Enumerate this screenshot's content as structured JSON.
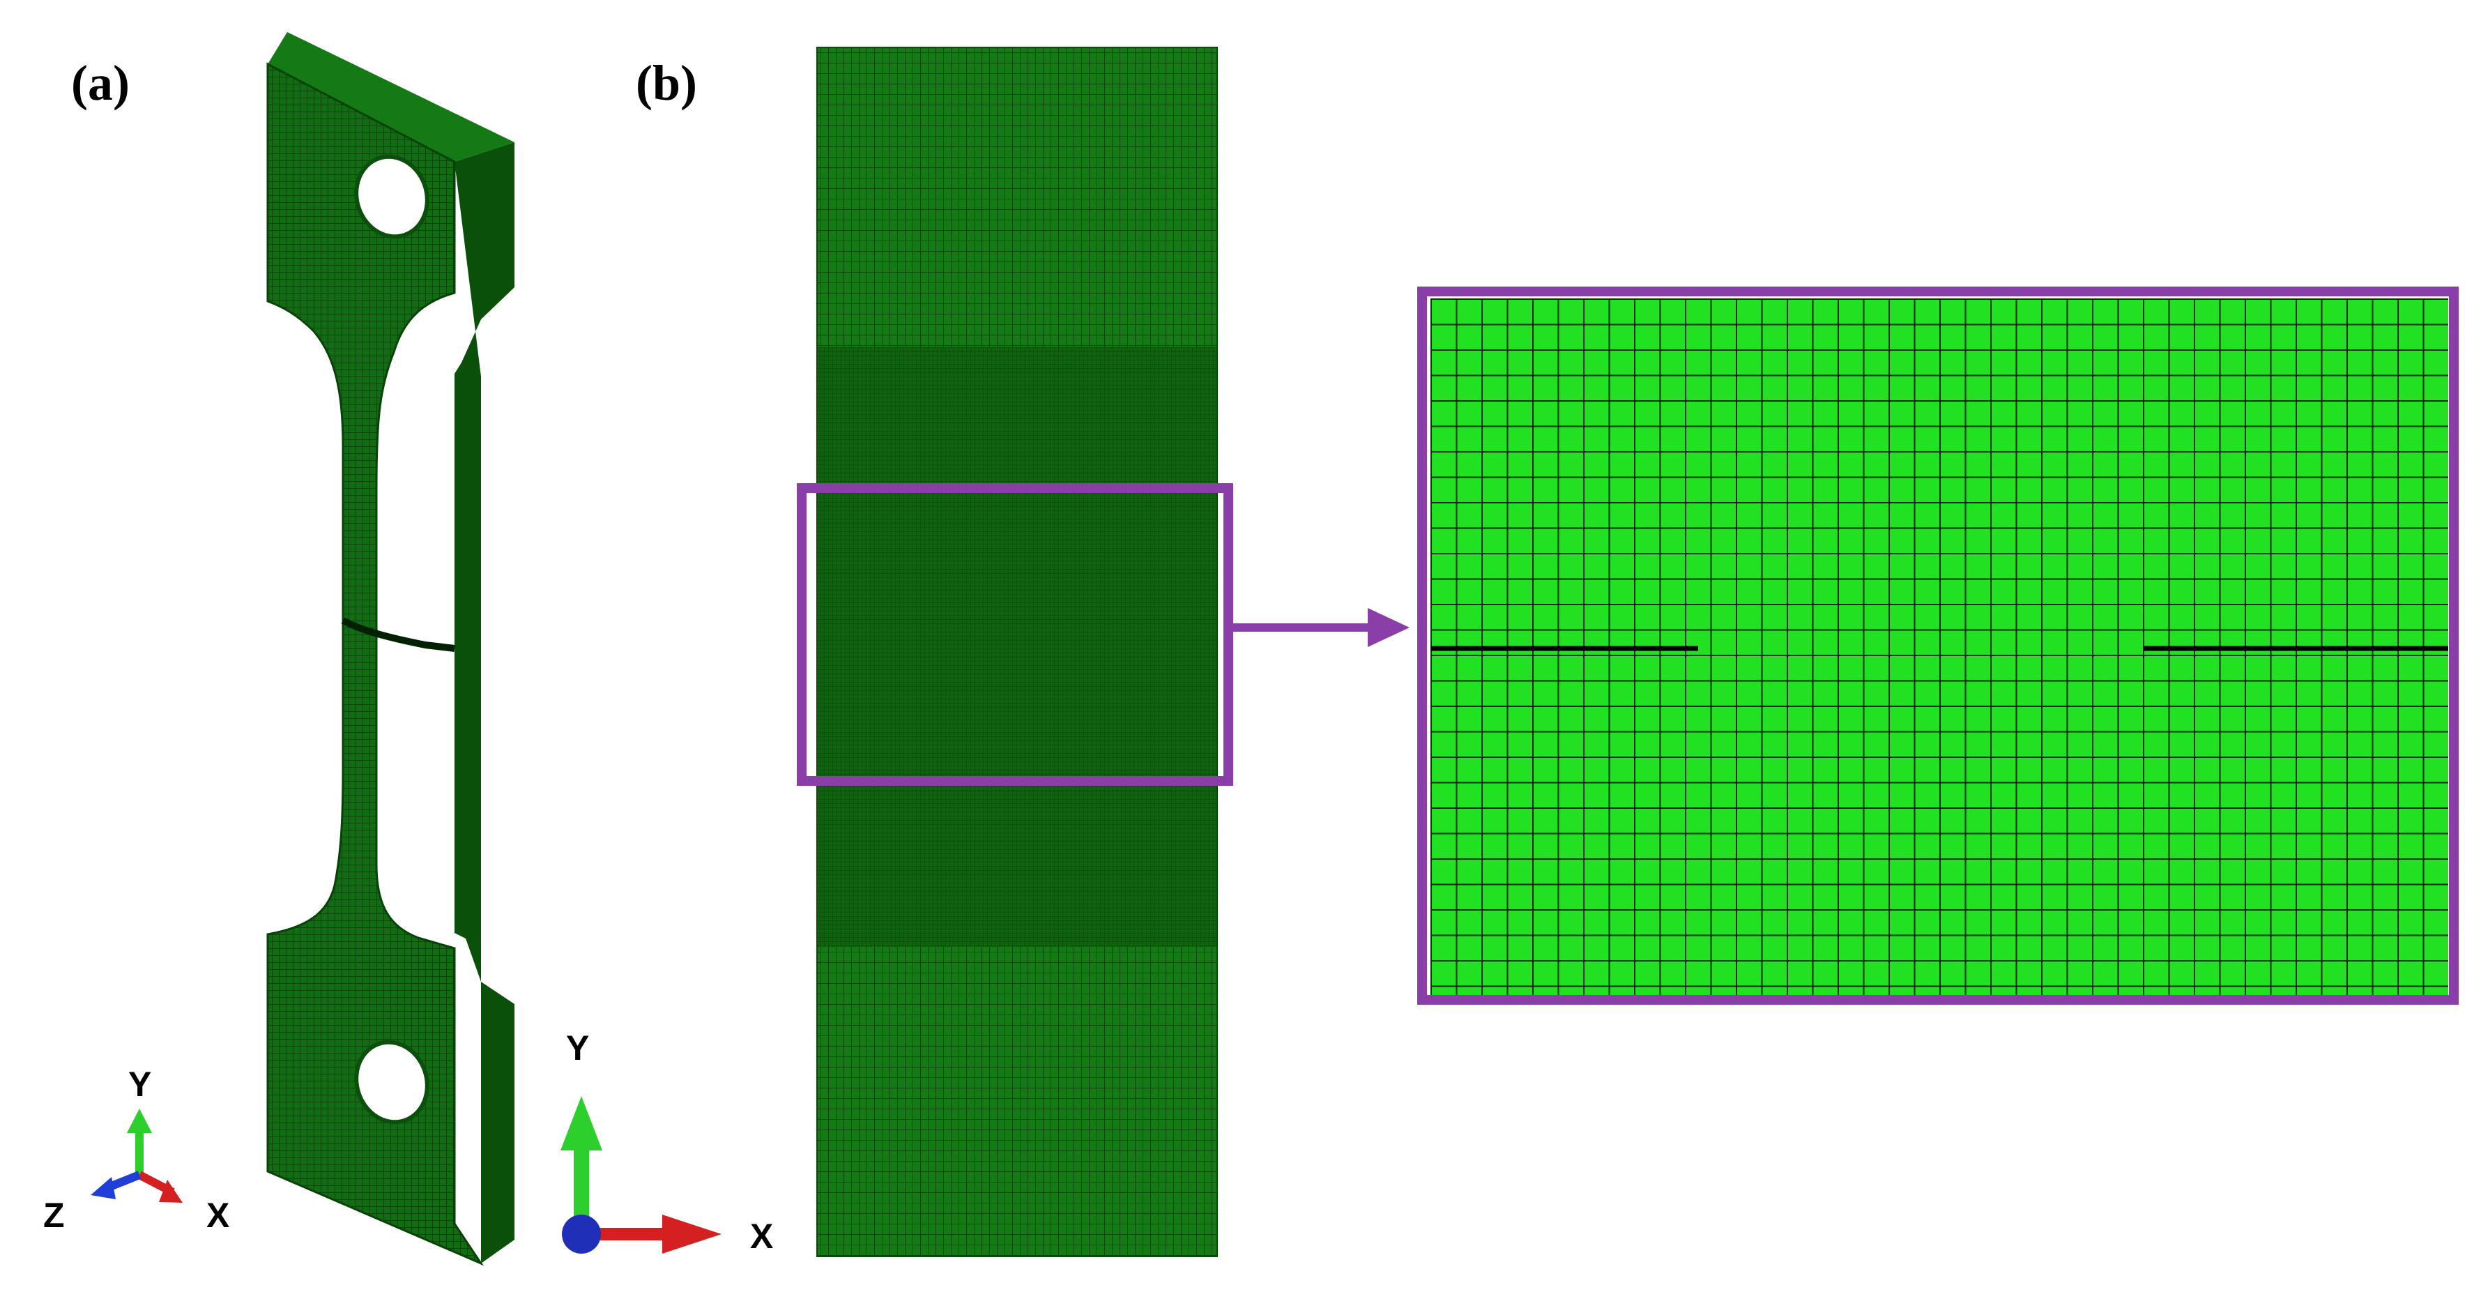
{
  "panels": {
    "a": {
      "label": "(a)"
    },
    "b": {
      "label": "(b)"
    }
  },
  "triad_a": {
    "y": "Y",
    "z": "Z",
    "x": "X"
  },
  "triad_b": {
    "y": "Y",
    "x": "X"
  },
  "colors": {
    "mesh_dark": "#0f6e0f",
    "mesh_dark_fine": "#0b5a0b",
    "mesh_bright": "#22e022",
    "mesh_line": "#052a05",
    "highlight_box": "#8a3fa8",
    "axis_y": "#2ccf2c",
    "axis_x": "#d42020",
    "axis_z": "#1f3fd8",
    "crack": "#000000"
  }
}
